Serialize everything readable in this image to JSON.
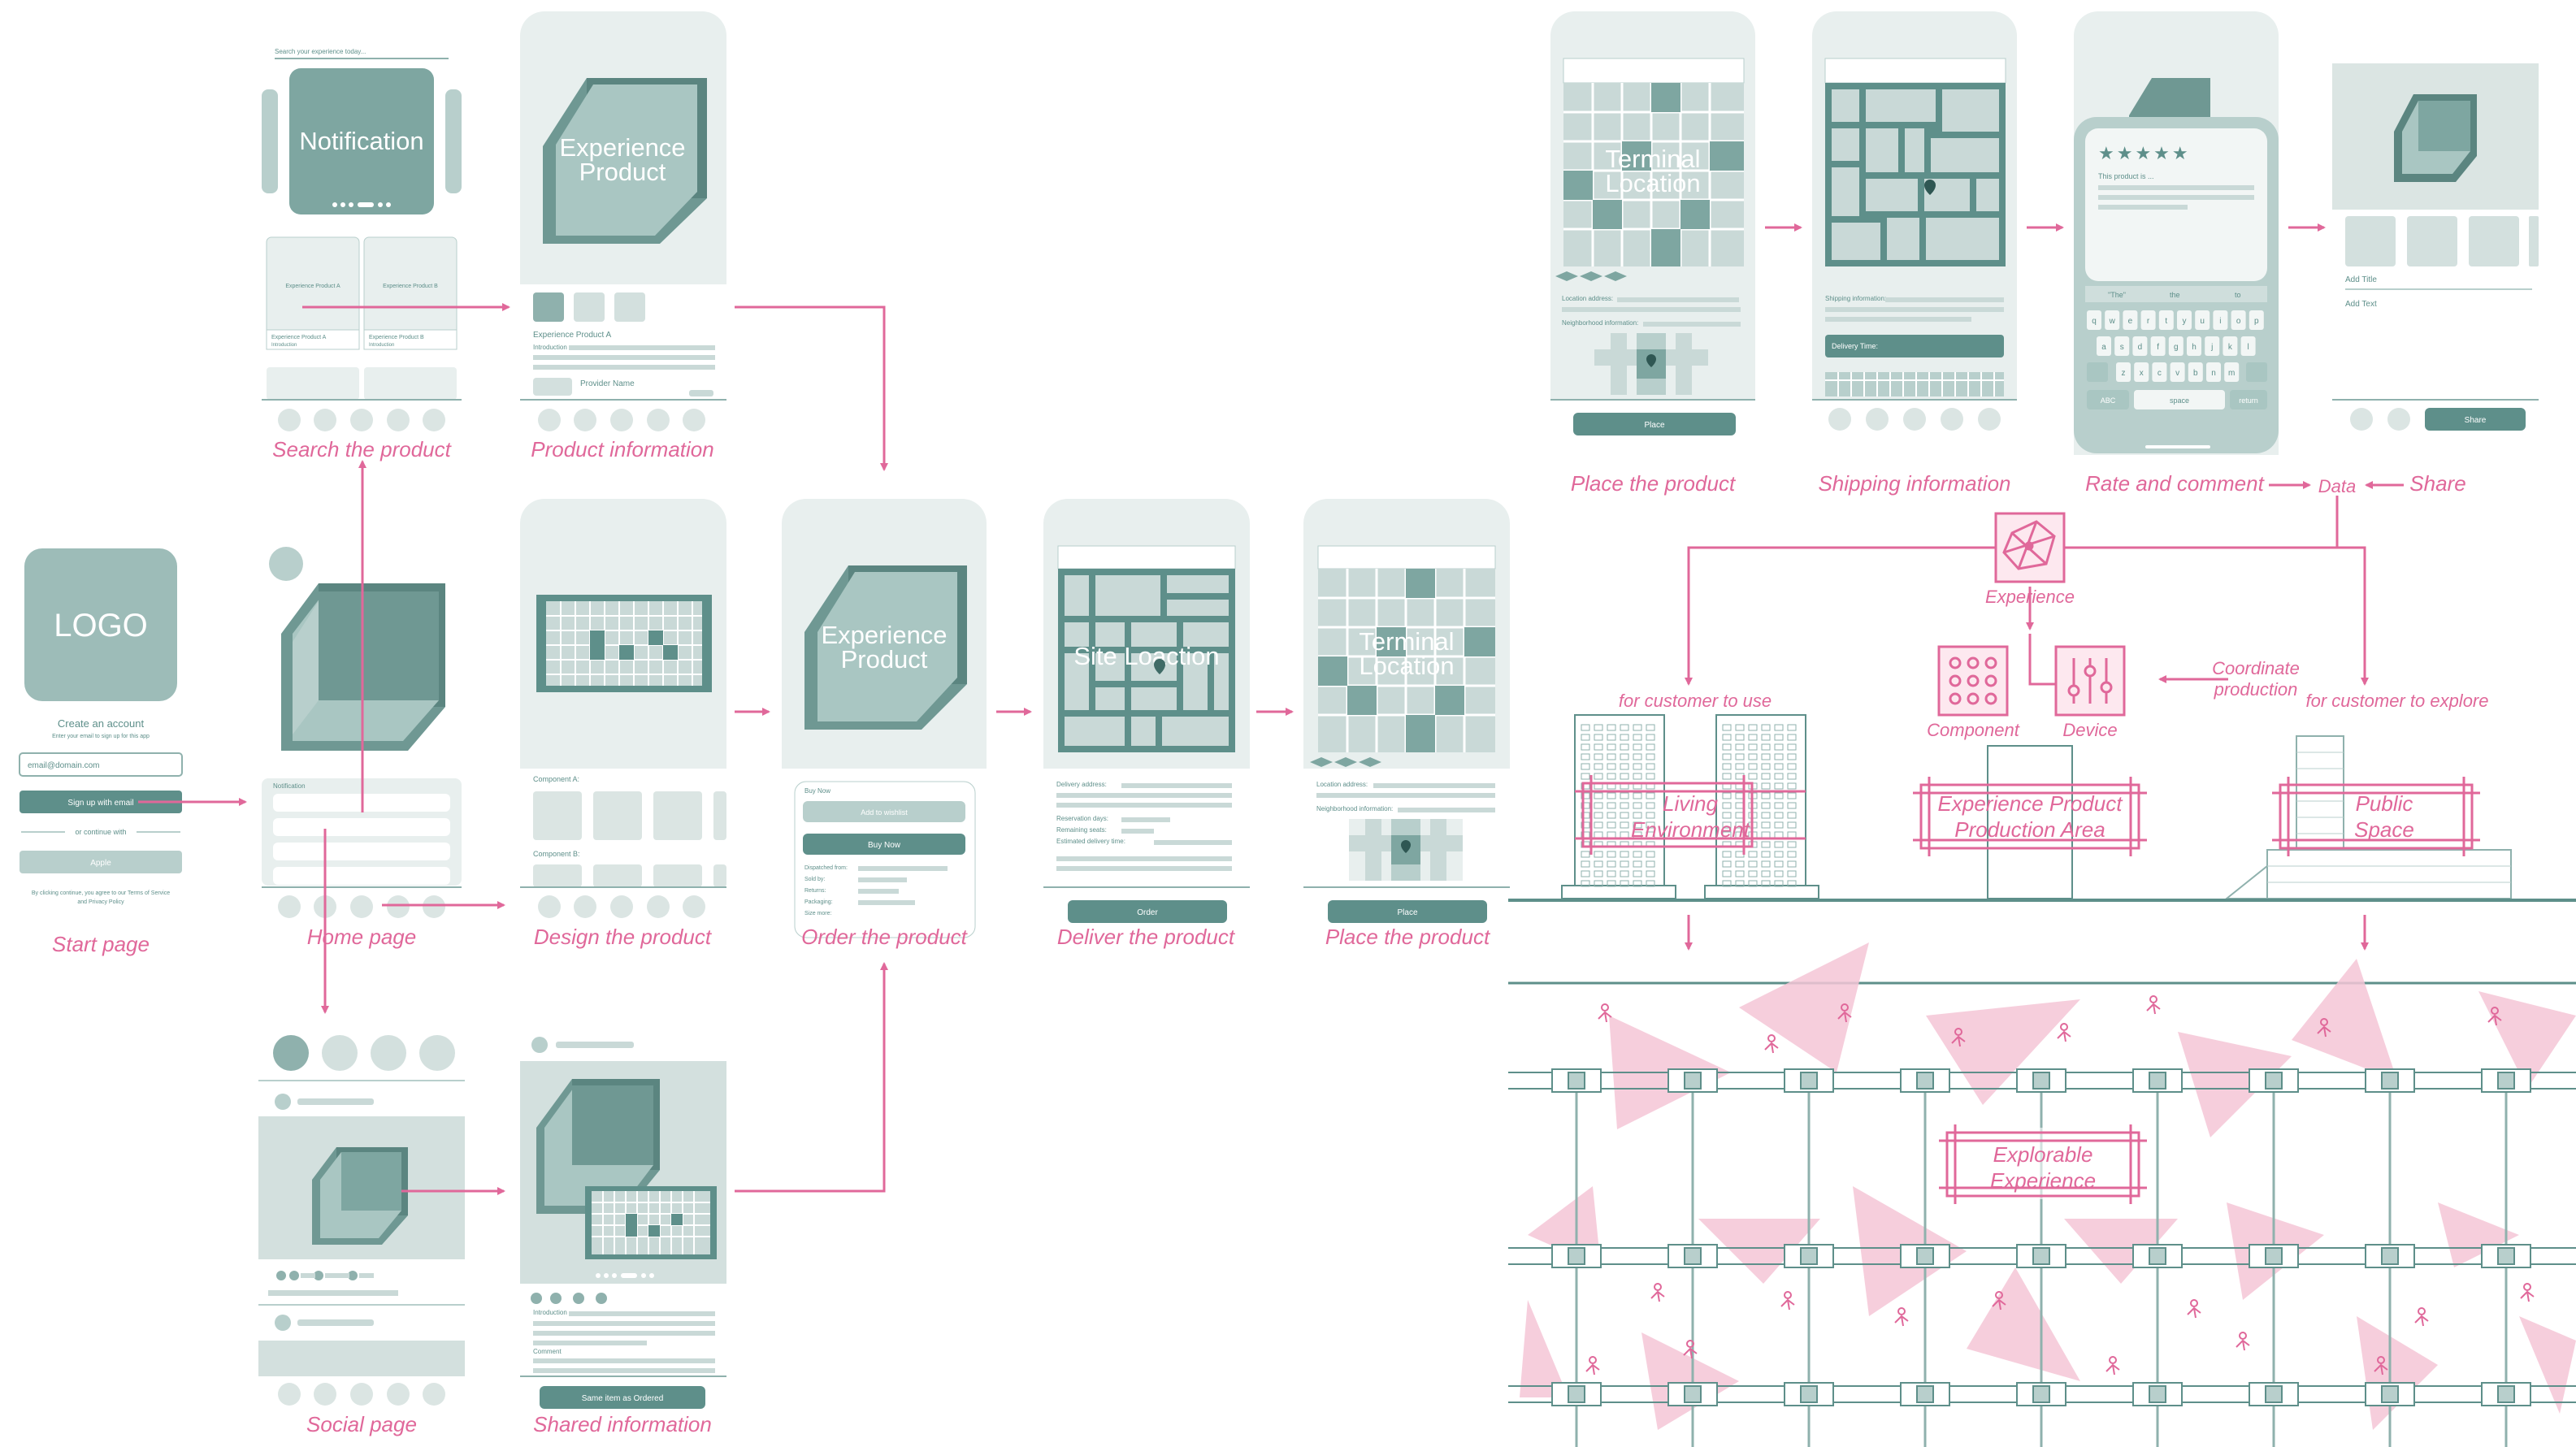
{
  "colors": {
    "teal_dark": "#5e8f8a",
    "teal_mid": "#8fb1ad",
    "teal_light": "#b8cfcc",
    "panel": "#e8efee",
    "pink": "#e0689a",
    "pink_light": "#f5c6d6"
  },
  "screens": {
    "start": {
      "logo": "LOGO",
      "create_account": "Create an account",
      "create_sub": "Enter your email to sign up for this app",
      "email_placeholder": "email@domain.com",
      "signup_button": "Sign up with email",
      "or_continue": "or continue with",
      "apple_button": "Apple",
      "terms_line1": "By clicking continue, you agree to our Terms of Service",
      "terms_line2": "and Privacy Policy",
      "caption": "Start page"
    },
    "search": {
      "search_placeholder": "Search your experience today...",
      "banner": "Notification",
      "card_a": "Experience Product A",
      "card_b": "Experience Product B",
      "card_a_sub": "Experience Product A",
      "card_b_sub": "Experience Product B",
      "card_intro": "Introduction",
      "caption": "Search the product"
    },
    "product_info": {
      "hero_line1": "Experience",
      "hero_line2": "Product",
      "title": "Experience Product A",
      "intro": "Introduction",
      "provider": "Provider Name",
      "caption": "Product information"
    },
    "home": {
      "notification": "Notification",
      "caption": "Home page"
    },
    "design": {
      "component_a": "Component A:",
      "component_b": "Component B:",
      "caption": "Design the product"
    },
    "order": {
      "hero_line1": "Experience",
      "hero_line2": "Product",
      "buy_now_label": "Buy Now",
      "wishlist_button": "Add to wishlist",
      "buy_button": "Buy Now",
      "rows": [
        "Dispatched from:",
        "Sold by:",
        "Returns:",
        "Packaging:",
        "Size more:"
      ],
      "caption": "Order the product"
    },
    "deliver": {
      "map_label": "Site Loaction",
      "rows": [
        "Delivery address:",
        "Reservation days:",
        "Remaining seats:",
        "Estimated delivery time:"
      ],
      "order_button": "Order",
      "caption": "Deliver the product"
    },
    "place_mid": {
      "map_line1": "Terminal",
      "map_line2": "Location",
      "rows": [
        "Location address:",
        "Neighborhood information:"
      ],
      "button": "Place",
      "caption": "Place the product"
    },
    "social": {
      "caption": "Social page"
    },
    "shared": {
      "intro": "Introduction",
      "comment": "Comment",
      "button": "Same item as Ordered",
      "caption": "Shared information"
    },
    "place_top": {
      "map_line1": "Terminal",
      "map_line2": "Location",
      "rows": [
        "Location address:",
        "Neighborhood information:"
      ],
      "button": "Place",
      "caption": "Place the product"
    },
    "shipping": {
      "rows": [
        "Shipping information:"
      ],
      "delivery_time": "Delivery Time:",
      "caption": "Shipping information"
    },
    "rate": {
      "stars": "★★★★★",
      "product_is": "This product is ...",
      "suggestions": [
        "\"The\"",
        "the",
        "to"
      ],
      "keys_row1": [
        "q",
        "w",
        "e",
        "r",
        "t",
        "y",
        "u",
        "i",
        "o",
        "p"
      ],
      "keys_row2": [
        "a",
        "s",
        "d",
        "f",
        "g",
        "h",
        "j",
        "k",
        "l"
      ],
      "keys_row3": [
        "z",
        "x",
        "c",
        "v",
        "b",
        "n",
        "m"
      ],
      "key_abc": "ABC",
      "key_space": "space",
      "key_return": "return",
      "caption": "Rate and comment"
    },
    "share": {
      "add_title": "Add Title",
      "add_text": "Add Text",
      "button": "Share",
      "caption": "Share"
    }
  },
  "diagram": {
    "data": "Data",
    "experience": "Experience",
    "component": "Component",
    "device": "Device",
    "coordinate_line1": "Coordinate",
    "coordinate_line2": "production",
    "for_use": "for customer to use",
    "for_explore": "for customer to explore",
    "living_line1": "Living",
    "living_line2": "Environment",
    "production_line1": "Experience Product",
    "production_line2": "Production Area",
    "public_line1": "Public",
    "public_line2": "Space",
    "explorable_line1": "Explorable",
    "explorable_line2": "Experience"
  }
}
